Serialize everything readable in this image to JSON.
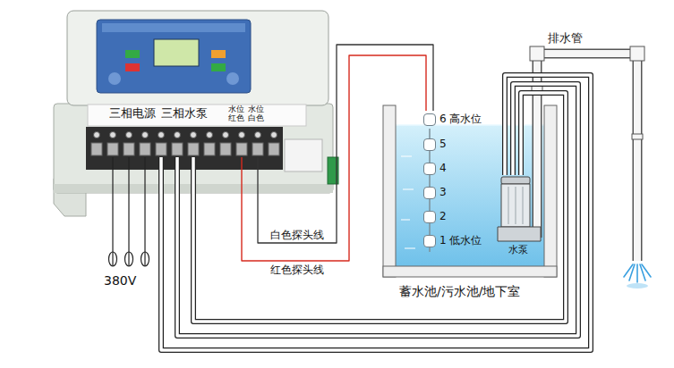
{
  "diagram": {
    "nodes": [
      {
        "text": [
          "三相电源",
          "三相水泵",
          "水位 红色",
          "水位 白色"
        ]
      },
      {
        "text": [
          "蓄水池/污水池/地下室"
        ]
      },
      {
        "text": [
          "6 高水位"
        ],
        "in": 1
      },
      {
        "text": [
          "5"
        ],
        "in": 1
      },
      {
        "text": [
          "4"
        ],
        "in": 1
      },
      {
        "text": [
          "3"
        ],
        "in": 1
      },
      {
        "text": [
          "2"
        ],
        "in": 1
      },
      {
        "text": [
          "1 低水位"
        ],
        "in": 1
      },
      {
        "text": [
          "水泵"
        ],
        "in": 1
      }
    ],
    "edges": [
      {
        "from": 0,
        "to": 2,
        "label": "白色探头线",
        "arrow": "none"
      },
      {
        "from": 0,
        "to": 2,
        "label": "红色探头线",
        "arrow": "none"
      },
      {
        "from": 0,
        "to": 8,
        "arrow": "none"
      }
    ],
    "labels": [
      "380V",
      "排水管"
    ]
  }
}
